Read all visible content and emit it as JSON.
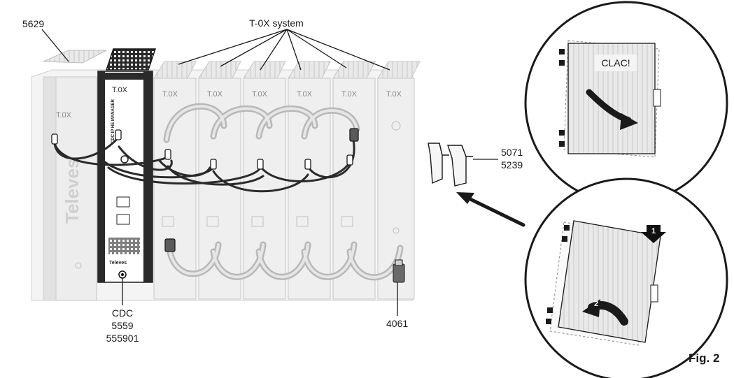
{
  "labels": {
    "rack_part": "5629",
    "system": "T-0X system",
    "rail_code_1": "5071",
    "rail_code_2": "5239",
    "cdc_title": "CDC",
    "cdc_code_1": "5559",
    "cdc_code_2": "555901",
    "terminator": "4061",
    "clac": "CLAC!",
    "step_1": "1",
    "step_2": "2",
    "figure": "Fig. 2"
  },
  "module_text": {
    "brand_logo": "T.0X",
    "brand_vertical": "Televes",
    "brand_small": "Televes",
    "cdc_side_text": "CDC IP HE MANAGER"
  },
  "colors": {
    "line": "#1a1a1a",
    "module_light": "#ececec",
    "module_mid": "#d4d4d4",
    "cable": "#2a2a2a",
    "step_badge": "#111111"
  }
}
